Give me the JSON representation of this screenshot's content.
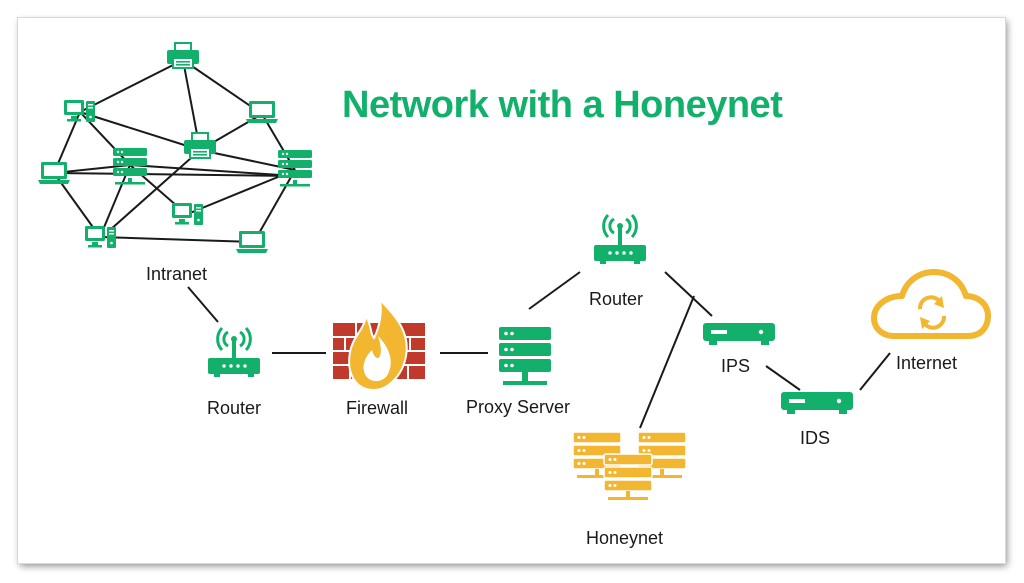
{
  "title": "Network with a Honeynet",
  "nodes": {
    "intranet": "Intranet",
    "router_left": "Router",
    "firewall": "Firewall",
    "proxy_server": "Proxy Server",
    "router_top": "Router",
    "ips": "IPS",
    "ids": "IDS",
    "internet": "Internet",
    "honeynet": "Honeynet"
  },
  "colors": {
    "green": "#12b06b",
    "yellow": "#f2b630",
    "brick": "#c0392b",
    "line": "#1a1a1a"
  }
}
